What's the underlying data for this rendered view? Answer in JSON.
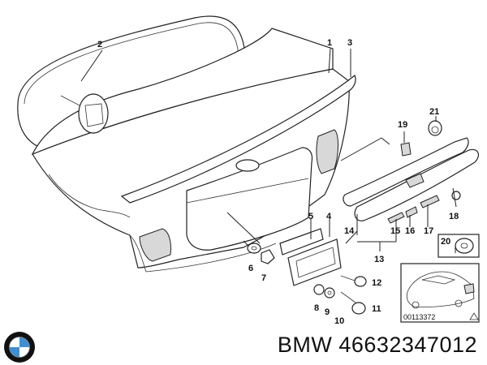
{
  "callouts": {
    "c1": "1",
    "c2": "2",
    "c3": "3",
    "c4": "4",
    "c5": "5",
    "c6": "6",
    "c7": "7",
    "c8": "8",
    "c9": "9",
    "c10": "10",
    "c11": "11",
    "c12": "12",
    "c13": "13",
    "c14": "14",
    "c15": "15",
    "c16": "16",
    "c17": "17",
    "c18": "18",
    "c19": "19",
    "c20": "20",
    "c21": "21"
  },
  "inset": {
    "ref_code": "00113372"
  },
  "footer": {
    "brand": "BMW",
    "part_number": "46632347012"
  }
}
